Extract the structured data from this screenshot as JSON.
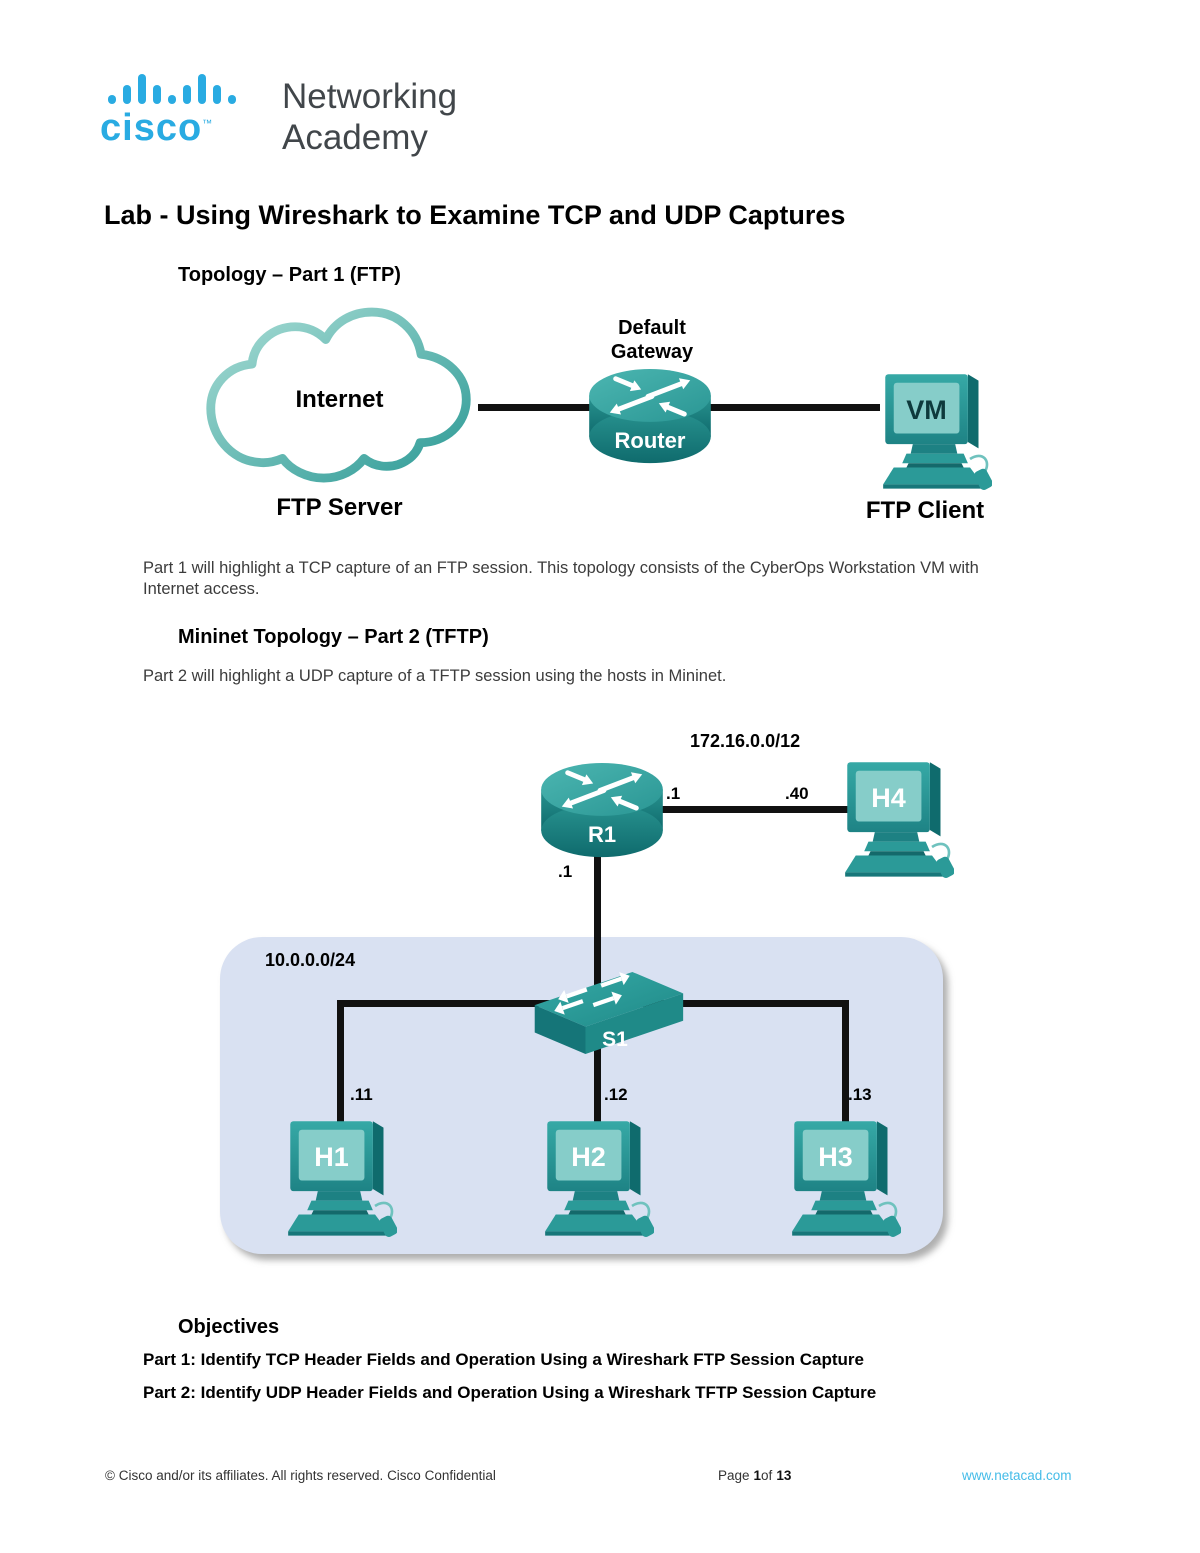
{
  "header": {
    "brand": "cisco",
    "brand_tm": "™",
    "academy_line1": "Networking",
    "academy_line2": "Academy"
  },
  "title": "Lab - Using Wireshark to Examine TCP and UDP Captures",
  "part1": {
    "heading": "Topology – Part 1 (FTP)",
    "description": "Part 1 will highlight a TCP capture of an FTP session. This topology consists of the CyberOps Workstation VM with Internet access."
  },
  "part2": {
    "heading": "Mininet Topology – Part 2 (TFTP)",
    "description": "Part 2 will highlight a UDP capture of a TFTP session using the hosts in Mininet."
  },
  "diagram1": {
    "cloud_label": "Internet",
    "cloud_caption": "FTP Server",
    "gateway_line1": "Default",
    "gateway_line2": "Gateway",
    "router_label": "Router",
    "vm_label": "VM",
    "vm_caption": "FTP Client"
  },
  "diagram2": {
    "wan_subnet": "172.16.0.0/12",
    "lan_subnet": "10.0.0.0/24",
    "router_label": "R1",
    "router_wan_ip": ".1",
    "router_lan_ip": ".1",
    "h4_ip": ".40",
    "h4_label": "H4",
    "switch_label": "S1",
    "h1_ip": ".11",
    "h1_label": "H1",
    "h2_ip": ".12",
    "h2_label": "H2",
    "h3_ip": ".13",
    "h3_label": "H3"
  },
  "objectives": {
    "heading": "Objectives",
    "items": [
      "Part 1: Identify TCP Header Fields and Operation Using a Wireshark FTP Session Capture",
      "Part 2: Identify UDP Header Fields and Operation Using a Wireshark TFTP Session Capture"
    ]
  },
  "footer": {
    "copyright": "© Cisco and/or its affiliates. All rights reserved. Cisco Confidential",
    "page_prefix": "Page",
    "page_number": "1",
    "page_of": "of",
    "page_total": "13",
    "website": "www.netacad.com"
  },
  "colors": {
    "teal": "#2A9896",
    "teal_dark": "#156E70",
    "screen_teal": "#86CDC9",
    "lan_box_fill": "#D9E1F2",
    "cisco_blue": "#29ABE2",
    "link_blue": "#45BCE8"
  }
}
